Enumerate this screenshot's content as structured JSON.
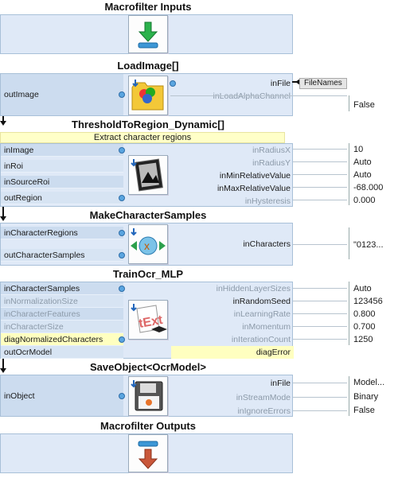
{
  "macro_inputs": {
    "title": "Macrofilter Inputs",
    "icon": "download-arrow-icon"
  },
  "load_image": {
    "title": "LoadImage[]",
    "inputs": [
      {
        "label": "outImage",
        "muted": false
      }
    ],
    "outputs": [
      {
        "label": "inFile",
        "muted": false
      },
      {
        "label": "inLoadAlphaChannel",
        "muted": true
      }
    ],
    "filenames_label": "FileNames",
    "values": [
      "False"
    ]
  },
  "threshold": {
    "title": "ThresholdToRegion_Dynamic[]",
    "comment": "Extract character regions",
    "inputs": [
      {
        "label": "inImage",
        "muted": false
      },
      {
        "label": "inRoi",
        "muted": false
      },
      {
        "label": "inSourceRoi",
        "muted": false
      },
      {
        "label": "outRegion",
        "muted": false
      }
    ],
    "outputs": [
      {
        "label": "inRadiusX",
        "muted": true
      },
      {
        "label": "inRadiusY",
        "muted": true
      },
      {
        "label": "inMinRelativeValue",
        "muted": false
      },
      {
        "label": "inMaxRelativeValue",
        "muted": false
      },
      {
        "label": "inHysteresis",
        "muted": true
      }
    ],
    "values": [
      "10",
      "Auto",
      "Auto",
      "-68.000",
      "0.000"
    ]
  },
  "make_samples": {
    "title": "MakeCharacterSamples",
    "inputs": [
      {
        "label": "inCharacterRegions",
        "muted": false
      },
      {
        "label": "outCharacterSamples",
        "muted": false
      }
    ],
    "outputs": [
      {
        "label": "inCharacters",
        "muted": false
      }
    ],
    "values": [
      "\"0123..."
    ]
  },
  "train_ocr": {
    "title": "TrainOcr_MLP",
    "inputs": [
      {
        "label": "inCharacterSamples",
        "muted": false
      },
      {
        "label": "inNormalizationSize",
        "muted": true
      },
      {
        "label": "inCharacterFeatures",
        "muted": true
      },
      {
        "label": "inCharacterSize",
        "muted": true
      },
      {
        "label": "diagNormalizedCharacters",
        "muted": false
      },
      {
        "label": "outOcrModel",
        "muted": false
      }
    ],
    "outputs": [
      {
        "label": "inHiddenLayerSizes",
        "muted": true
      },
      {
        "label": "inRandomSeed",
        "muted": false
      },
      {
        "label": "inLearningRate",
        "muted": true
      },
      {
        "label": "inMomentum",
        "muted": true
      },
      {
        "label": "inIterationCount",
        "muted": true
      },
      {
        "label": "diagError",
        "muted": false
      }
    ],
    "values": [
      "Auto",
      "123456",
      "0.800",
      "0.700",
      "1250"
    ]
  },
  "save_object": {
    "title": "SaveObject<OcrModel>",
    "inputs": [
      {
        "label": "inObject",
        "muted": false
      }
    ],
    "outputs": [
      {
        "label": "inFile",
        "muted": false
      },
      {
        "label": "inStreamMode",
        "muted": true
      },
      {
        "label": "inIgnoreErrors",
        "muted": true
      }
    ],
    "values": [
      "Model...",
      "Binary",
      "False"
    ]
  },
  "macro_outputs": {
    "title": "Macrofilter Outputs",
    "icon": "upload-arrow-icon"
  },
  "colors": {
    "panel": "#dfe9f7",
    "port": "#5aa5e0",
    "highlight": "#ffffc0"
  }
}
